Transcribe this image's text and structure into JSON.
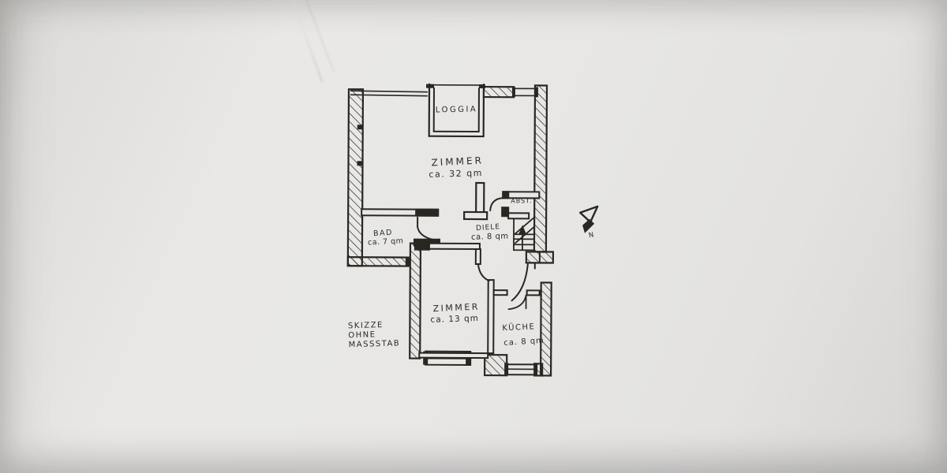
{
  "sketch": {
    "rooms": {
      "loggia": {
        "name": "LOGGIA"
      },
      "zimmer_gross": {
        "name": "ZIMMER",
        "area": "ca. 32 qm"
      },
      "abstellraum": {
        "name": "ABST."
      },
      "bad": {
        "name": "BAD",
        "area": "ca. 7 qm"
      },
      "diele": {
        "name": "DIELE",
        "area": "ca. 8 qm"
      },
      "zimmer_klein": {
        "name": "ZIMMER",
        "area": "ca. 13 qm"
      },
      "kueche": {
        "name": "KÜCHE",
        "area": "ca. 8 qm"
      }
    },
    "note_lines": [
      "SKIZZE",
      "OHNE",
      "MASSSTAB"
    ],
    "compass_label": "N",
    "colors": {
      "paper": "#e8e7e5",
      "ink": "#2a2722"
    }
  }
}
